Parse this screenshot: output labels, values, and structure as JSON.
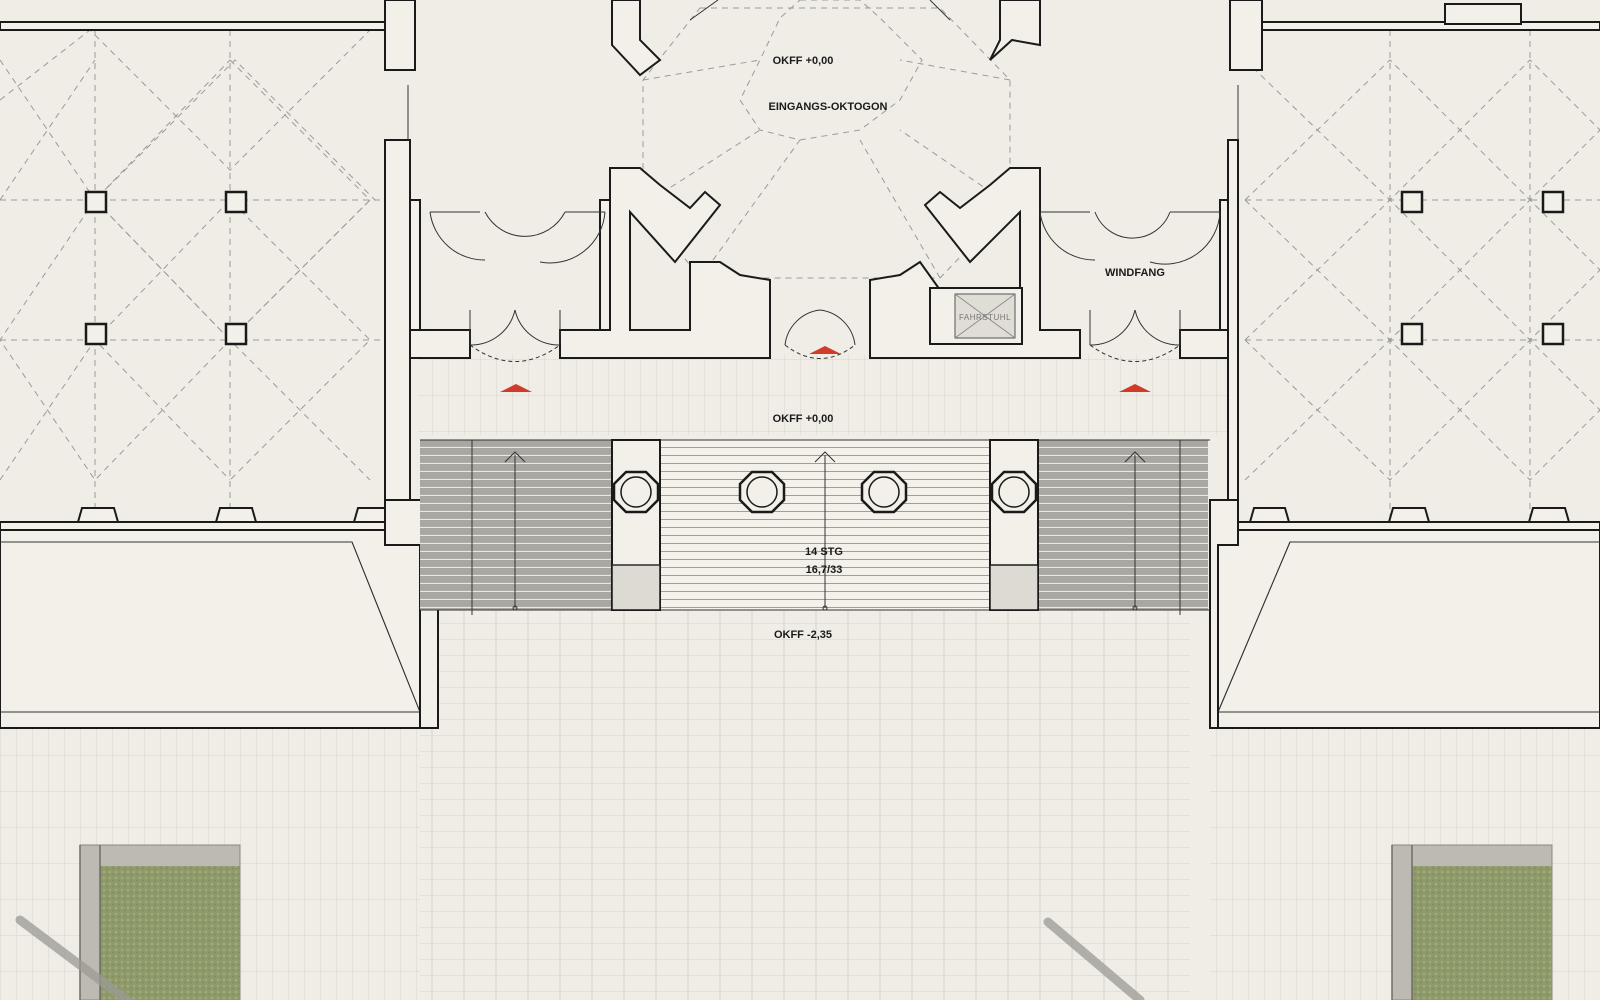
{
  "drawing": {
    "labels": {
      "okff_top": "OKFF +0,00",
      "octagon": "EINGANGS-OKTOGON",
      "windfang": "WINDFANG",
      "elevator": "FAHRSTUHL",
      "okff_landing": "OKFF +0,00",
      "steps_count": "14 STG",
      "steps_ratio": "16,7/33",
      "okff_bottom": "OKFF -2,35"
    },
    "colors": {
      "background": "#efede6",
      "wall": "#1a1a1a",
      "stair_shade": "#a9a7a2",
      "paving_line": "#d6d3cb",
      "green": "#8e9a6a",
      "marker": "#d23a2a"
    },
    "icons": [
      "entrance-marker-icon",
      "stair-arrow-icon"
    ]
  }
}
